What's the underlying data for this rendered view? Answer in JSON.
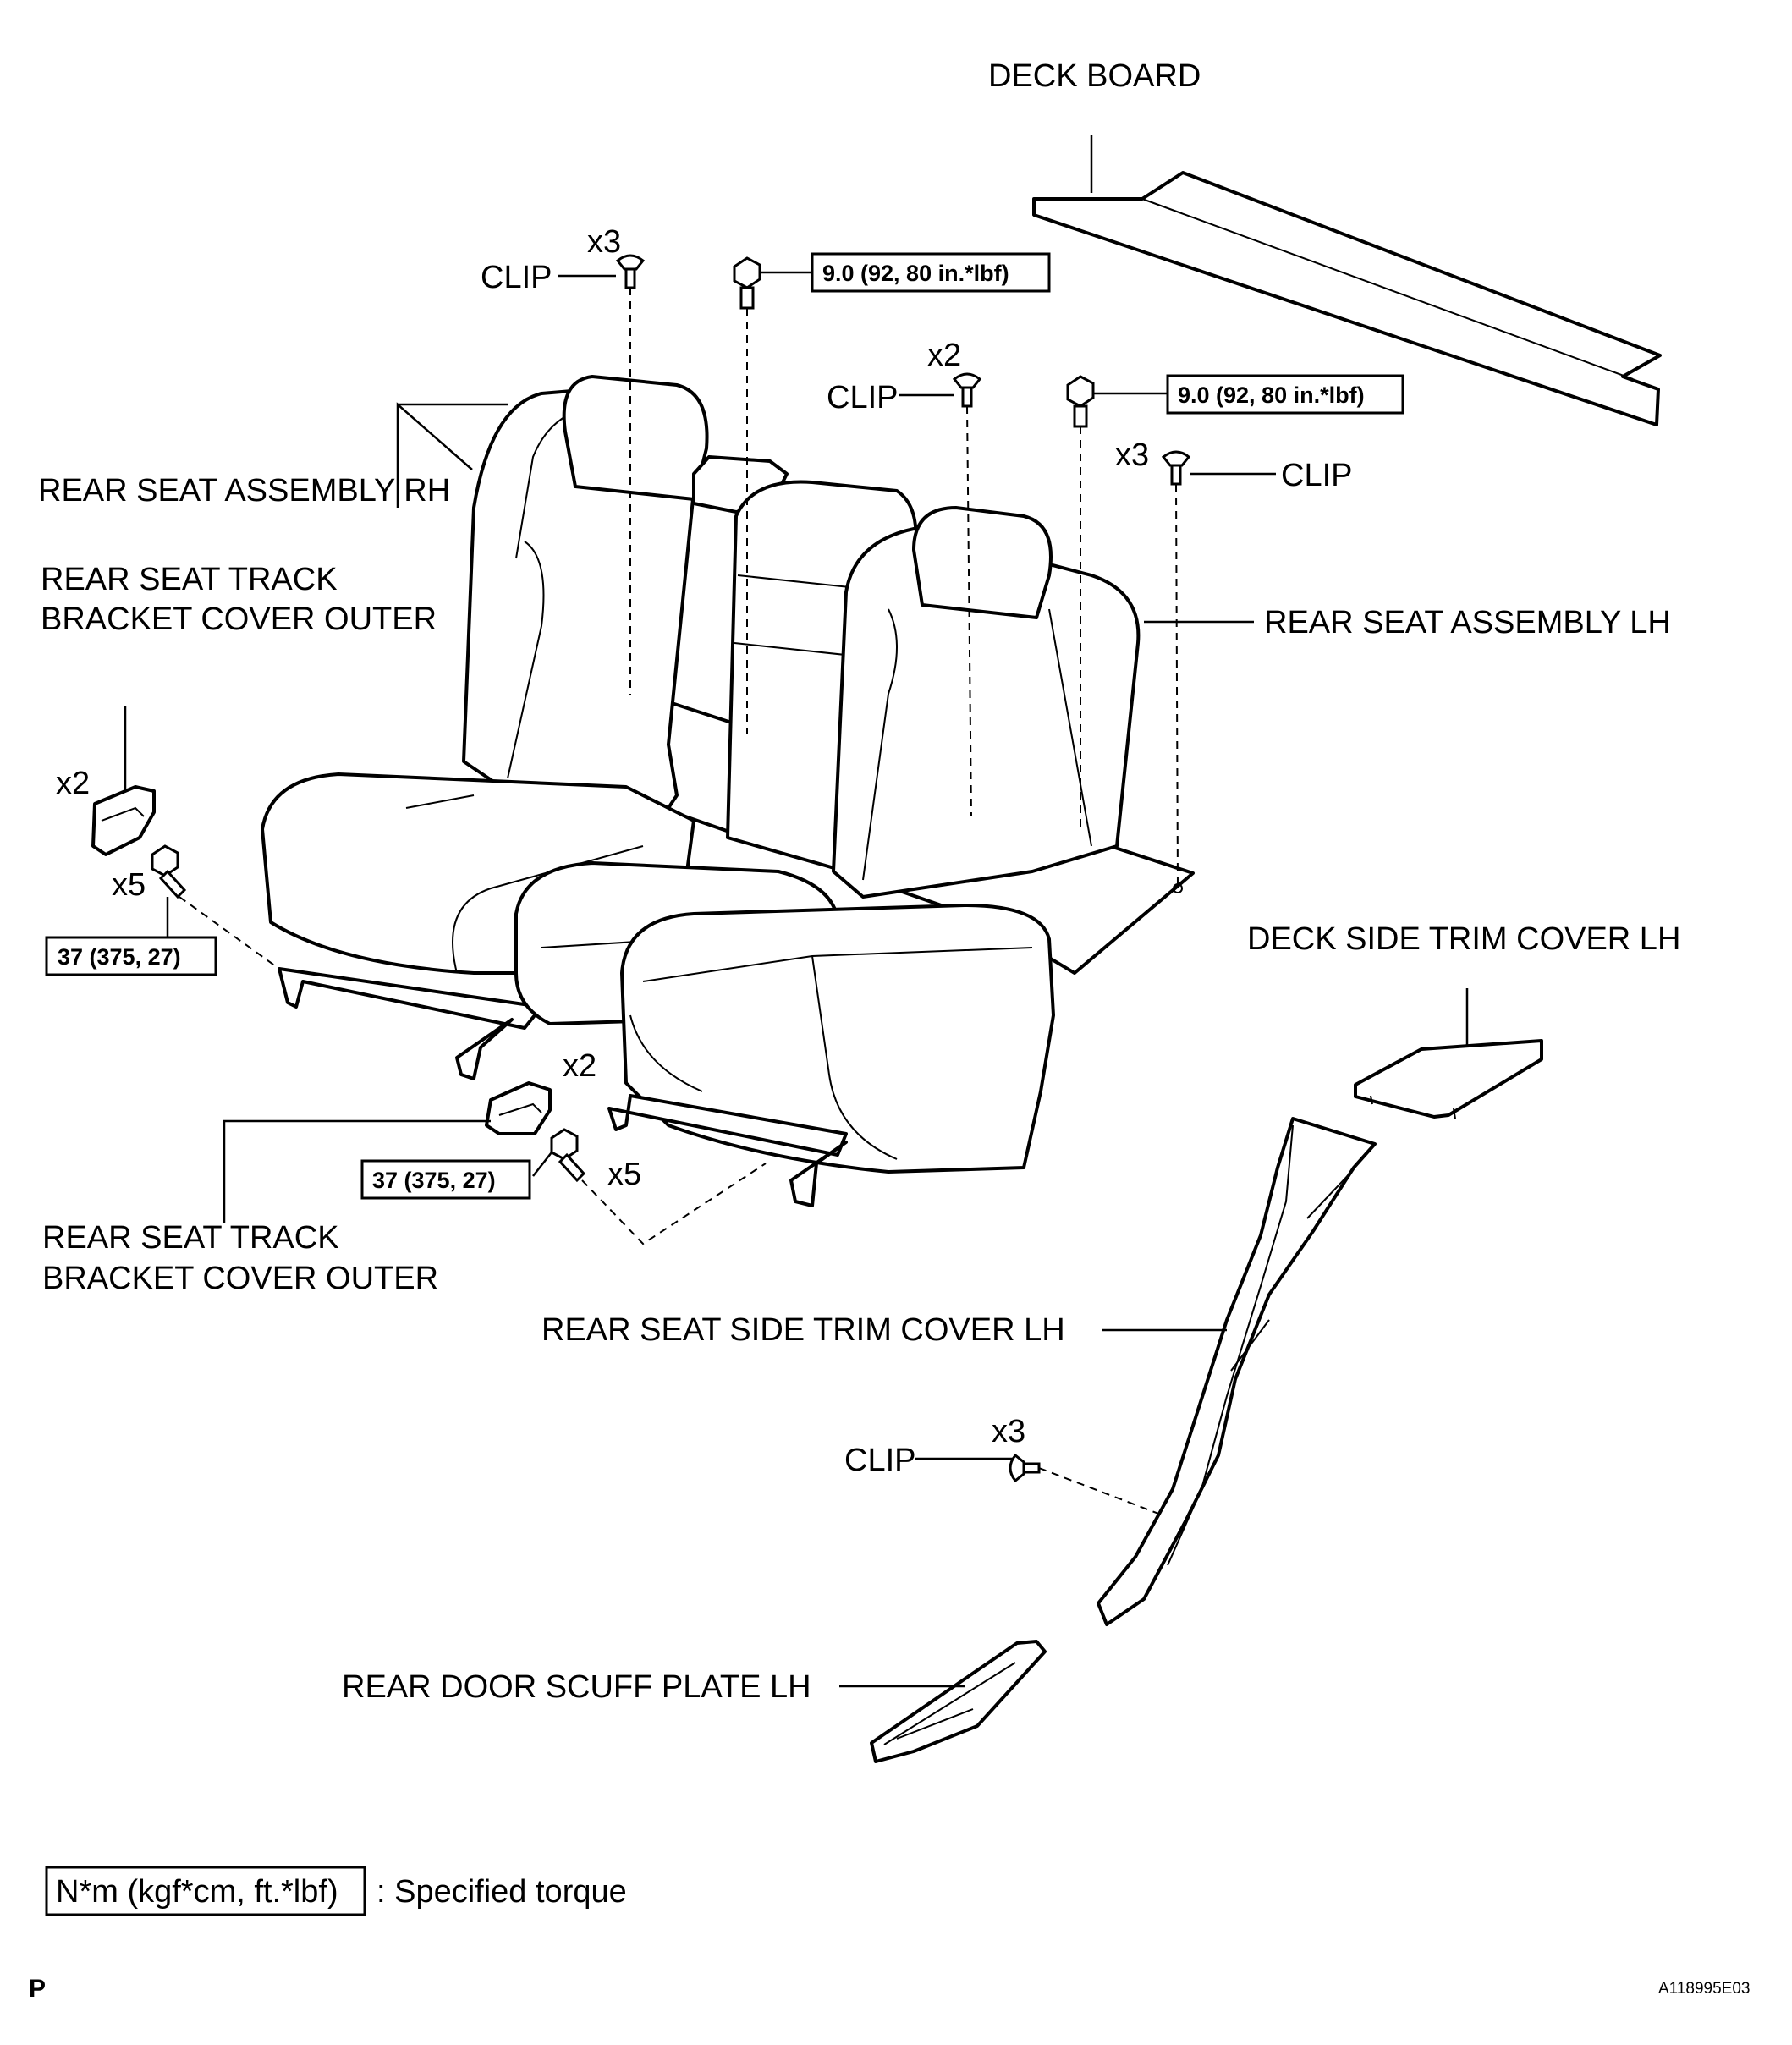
{
  "labels": {
    "deck_board": "DECK BOARD",
    "rear_seat_rh": "REAR SEAT ASSEMBLY RH",
    "rear_seat_lh": "REAR SEAT ASSEMBLY LH",
    "track_cover_1_line1": "REAR SEAT TRACK",
    "track_cover_1_line2": "BRACKET COVER OUTER",
    "track_cover_2_line1": "REAR SEAT TRACK",
    "track_cover_2_line2": "BRACKET COVER OUTER",
    "deck_side_trim": "DECK SIDE TRIM COVER LH",
    "rear_seat_side_trim": "REAR SEAT SIDE TRIM COVER LH",
    "scuff_plate": "REAR DOOR SCUFF PLATE LH"
  },
  "clips": [
    {
      "label": "CLIP",
      "count": "x3"
    },
    {
      "label": "CLIP",
      "count": "x2"
    },
    {
      "label": "CLIP",
      "count": "x3"
    },
    {
      "label": "CLIP",
      "count": "x3"
    }
  ],
  "torques": {
    "upper_1": "9.0 (92, 80 in.*lbf)",
    "upper_2": "9.0 (92, 80 in.*lbf)",
    "lower_left": "37 (375, 27)",
    "lower_mid": "37 (375, 27)"
  },
  "counts": {
    "cover_left": "x2",
    "bolt_left": "x5",
    "cover_mid": "x2",
    "bolt_mid": "x5"
  },
  "legend": {
    "unit": "N*m (kgf*cm, ft.*lbf)",
    "text": ": Specified torque"
  },
  "footer": {
    "page_mark": "P",
    "figure_id": "A118995E03"
  }
}
